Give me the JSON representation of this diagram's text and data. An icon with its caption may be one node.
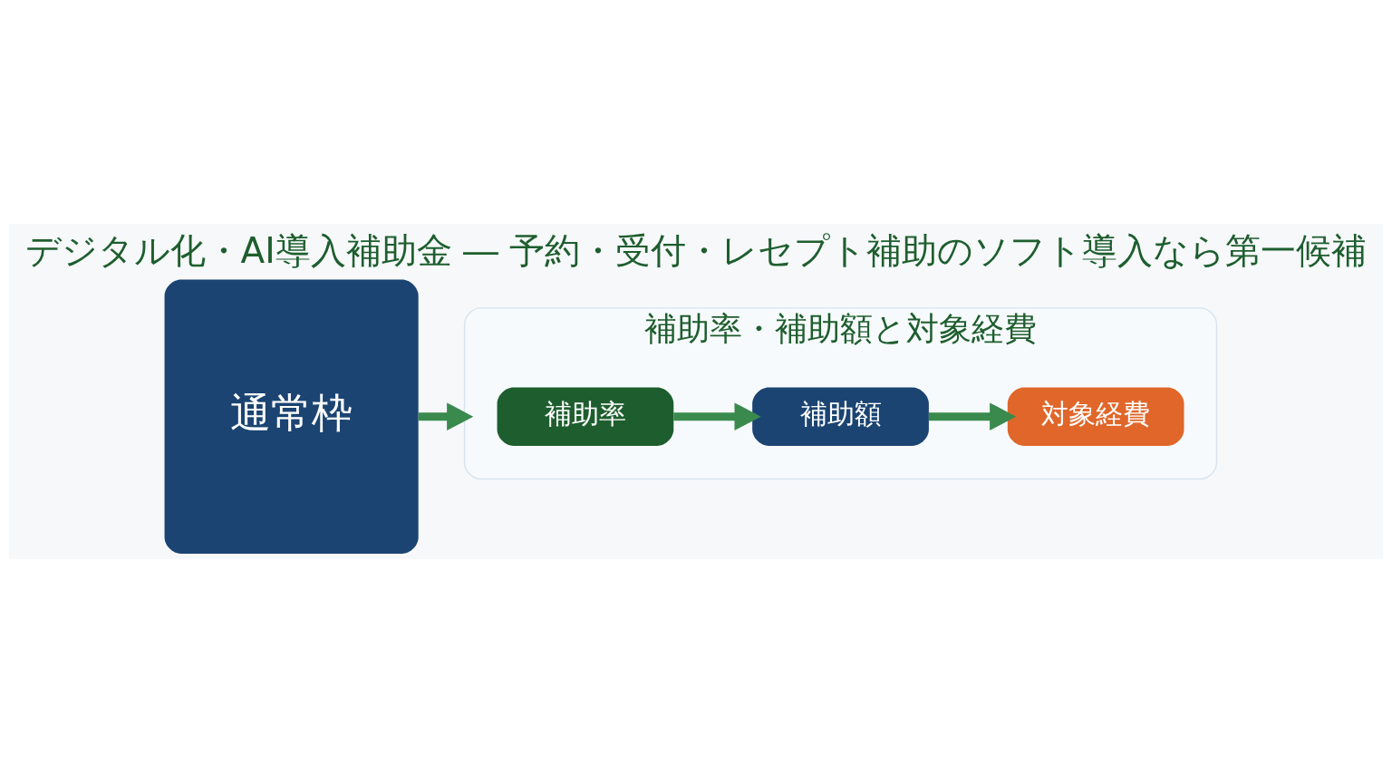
{
  "diagram": {
    "title": "デジタル化・AI導入補助金 ― 予約・受付・レセプト補助のソフト導入なら第一候補",
    "nodes": [
      {
        "text": [
          "通常枠"
        ]
      },
      {
        "text": [
          "補助率・補助額と対象経費"
        ]
      },
      {
        "text": [
          "補助率"
        ],
        "in": 1
      },
      {
        "text": [
          "補助額"
        ],
        "in": 1
      },
      {
        "text": [
          "対象経費"
        ],
        "in": 1
      }
    ],
    "edges": [
      {
        "from": 0,
        "to": 1,
        "arrow": "to"
      },
      {
        "from": 2,
        "to": 3,
        "arrow": "to"
      },
      {
        "from": 3,
        "to": 4,
        "arrow": "to"
      }
    ]
  }
}
